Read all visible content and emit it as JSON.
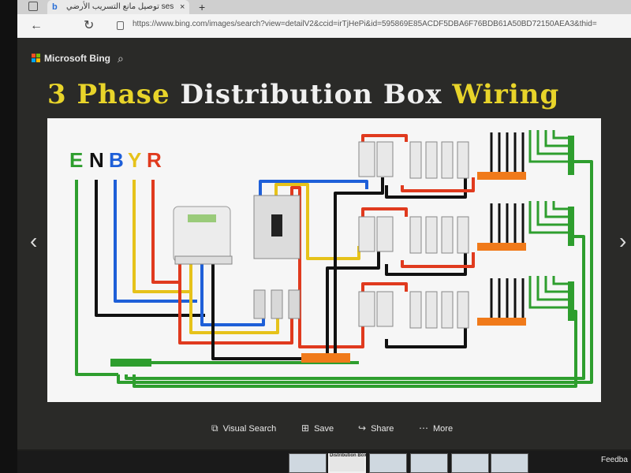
{
  "browser": {
    "tab_title": "توصيل مانع التسريب الأرضي ses",
    "tab_close": "×",
    "new_tab": "+",
    "back": "←",
    "refresh": "↻",
    "url": "https://www.bing.com/images/search?view=detailV2&ccid=irTjHePi&id=595869E85ACDF5DBA6F76BDB61A50BD72150AEA3&thid="
  },
  "bing": {
    "brand": "Microsoft Bing"
  },
  "image": {
    "title_part1": "3 Phase",
    "title_part2": "Distribution",
    "title_part3": "Box",
    "title_part4": "Wiring",
    "phase_letters": [
      "E",
      "N",
      "B",
      "Y",
      "R"
    ]
  },
  "colors": {
    "earth": "#2e9e2e",
    "neutral": "#111111",
    "blue": "#1e5fd8",
    "yellow": "#e6c21a",
    "red": "#e03a1e",
    "breaker_orange": "#f07a1a"
  },
  "actions": {
    "visual_search": "Visual Search",
    "save": "Save",
    "share": "Share",
    "more": "More"
  },
  "footer": {
    "thumb_label": "Distribution  Box",
    "feedback": "Feedba"
  }
}
